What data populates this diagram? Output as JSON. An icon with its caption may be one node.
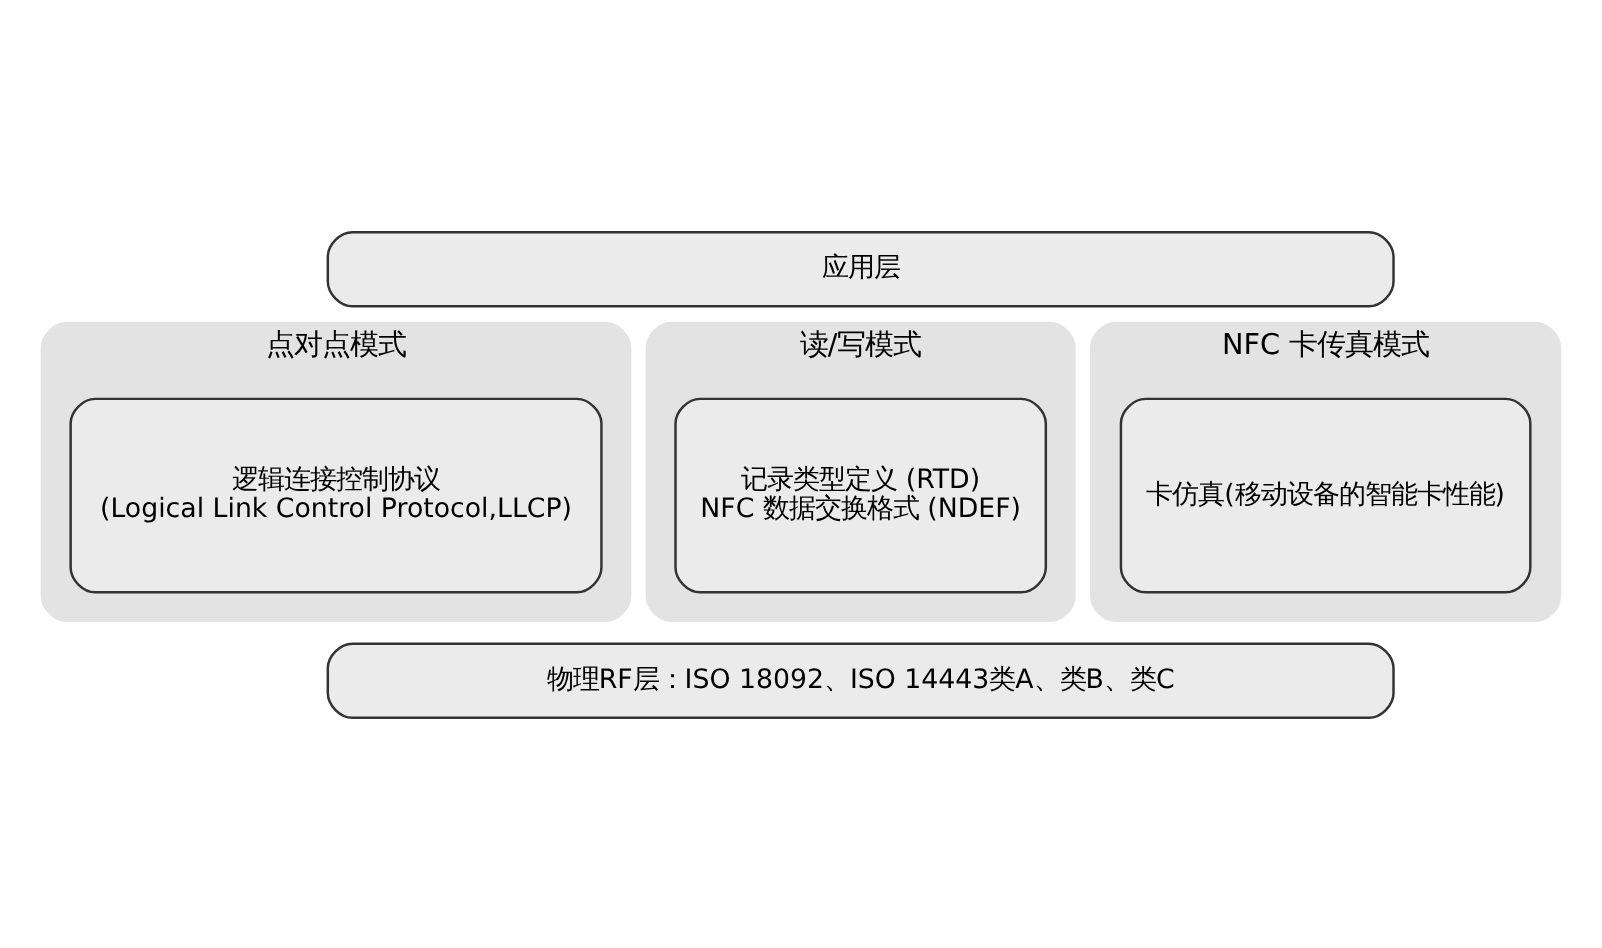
{
  "diagram": {
    "nodes": [
      {
        "text": [
          "点对点模式"
        ]
      },
      {
        "text": [
          "读/写模式"
        ]
      },
      {
        "text": [
          "NFC 卡传真模式"
        ]
      },
      {
        "text": [
          "应用层"
        ]
      },
      {
        "text": [
          "逻辑连接控制协议",
          "(Logical Link Control Protocol,LLCP)"
        ],
        "in": 0
      },
      {
        "text": [
          "记录类型定义 (RTD)",
          "NFC 数据交换格式 (NDEF)"
        ],
        "in": 1
      },
      {
        "text": [
          "卡仿真(移动设备的智能卡性能)"
        ],
        "in": 2
      },
      {
        "text": [
          "物理RF层：ISO 18092、ISO 14443类A、类B、类C"
        ]
      }
    ],
    "edges": []
  }
}
